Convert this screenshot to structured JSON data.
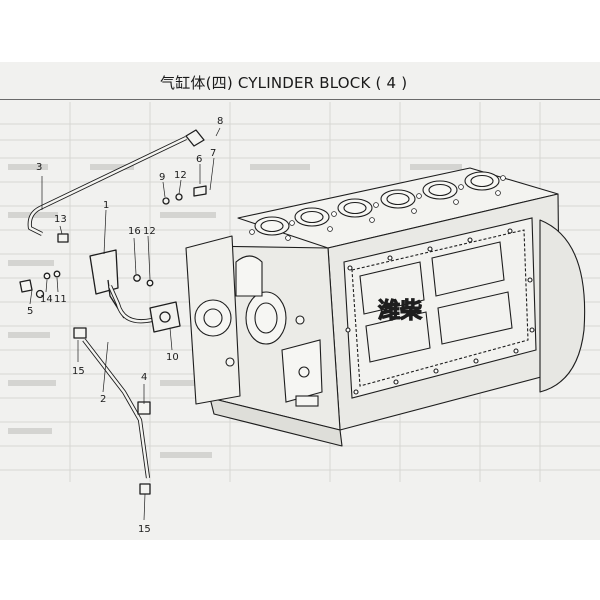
{
  "title": "气缸体(四)   CYLINDER BLOCK ( 4 )",
  "brand_plate_text": "潍柴",
  "callouts": [
    {
      "id": "c1",
      "label": "1"
    },
    {
      "id": "c2",
      "label": "2"
    },
    {
      "id": "c3",
      "label": "3"
    },
    {
      "id": "c4",
      "label": "4"
    },
    {
      "id": "c5",
      "label": "5"
    },
    {
      "id": "c6",
      "label": "6"
    },
    {
      "id": "c7",
      "label": "7"
    },
    {
      "id": "c8",
      "label": "8"
    },
    {
      "id": "c9",
      "label": "9"
    },
    {
      "id": "c10",
      "label": "10"
    },
    {
      "id": "c11",
      "label": "11"
    },
    {
      "id": "c12a",
      "label": "12"
    },
    {
      "id": "c12b",
      "label": "12"
    },
    {
      "id": "c13",
      "label": "13"
    },
    {
      "id": "c14",
      "label": "14"
    },
    {
      "id": "c15a",
      "label": "15"
    },
    {
      "id": "c15b",
      "label": "15"
    },
    {
      "id": "c16",
      "label": "16"
    }
  ]
}
